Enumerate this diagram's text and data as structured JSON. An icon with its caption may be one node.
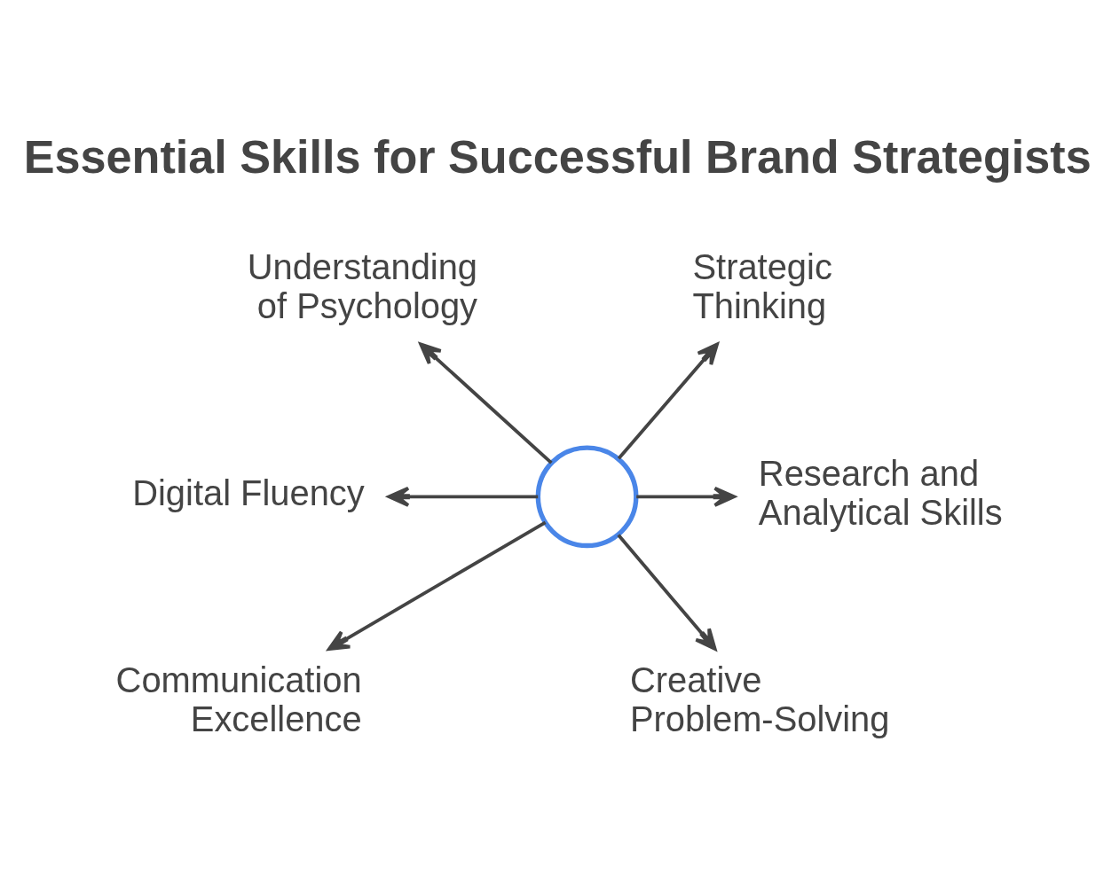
{
  "diagram": {
    "title": "Essential Skills for Successful Brand Strategists",
    "nodes": [
      {
        "text": [
          "Understanding of Psychology"
        ]
      },
      {
        "text": [
          "Strategic Thinking"
        ]
      },
      {
        "text": [
          "Digital Fluency"
        ]
      },
      {
        "text": [],
        "shape": "person"
      },
      {
        "text": [
          "Research and Analytical Skills"
        ]
      },
      {
        "text": [
          "Communication Excellence"
        ]
      },
      {
        "text": [
          "Creative Problem-Solving"
        ]
      }
    ],
    "edges": [
      {
        "from": 3,
        "to": 0,
        "arrow": "to"
      },
      {
        "from": 3,
        "to": 1,
        "arrow": "to"
      },
      {
        "from": 3,
        "to": 2,
        "arrow": "to"
      },
      {
        "from": 3,
        "to": 4,
        "arrow": "to"
      },
      {
        "from": 3,
        "to": 5,
        "arrow": "to"
      },
      {
        "from": 3,
        "to": 6,
        "arrow": "to"
      }
    ]
  }
}
